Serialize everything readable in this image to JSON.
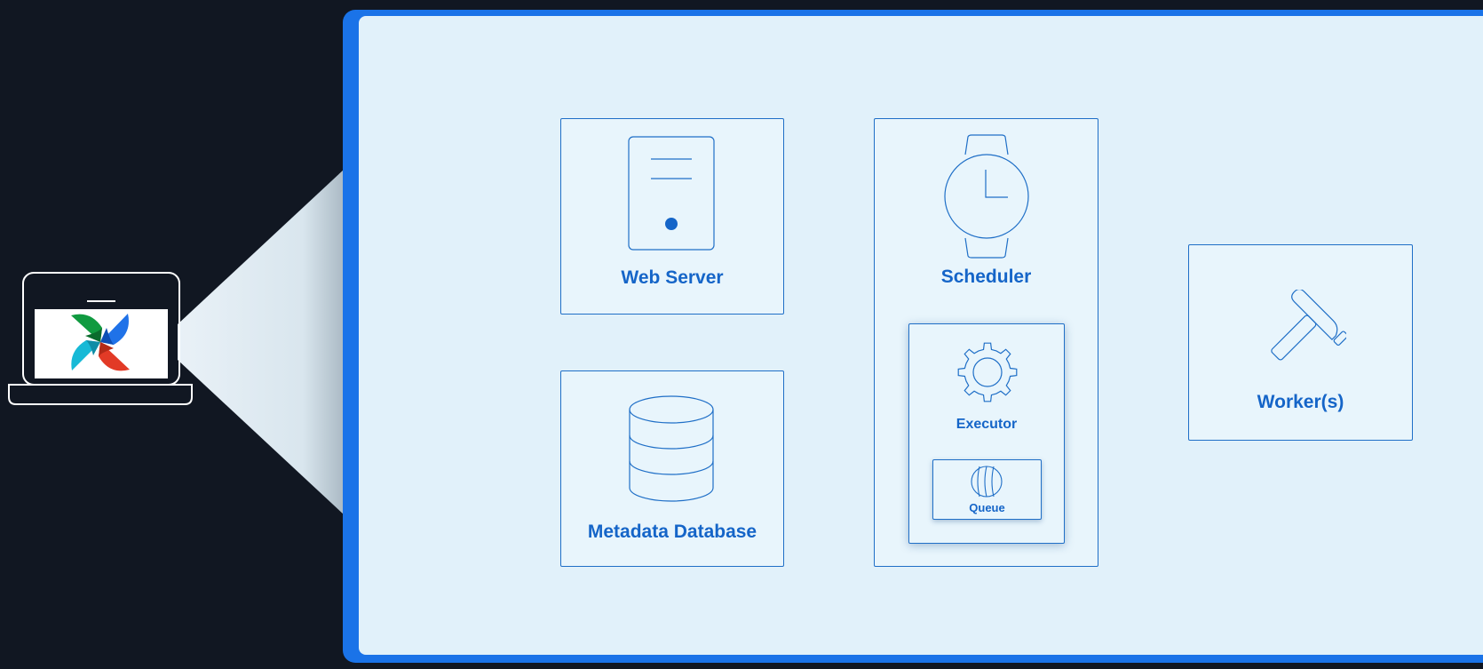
{
  "components": {
    "web_server": "Web Server",
    "metadata_db": "Metadata Database",
    "scheduler": "Scheduler",
    "executor": "Executor",
    "queue": "Queue",
    "workers": "Worker(s)"
  },
  "colors": {
    "background": "#111722",
    "panel_border": "#1a73e8",
    "panel_fill": "#e1f1fa",
    "card_fill": "#e8f5fc",
    "stroke": "#1f6fc7",
    "label": "#1565c8"
  },
  "icons": {
    "laptop": "laptop-icon",
    "logo": "pinwheel-logo-icon",
    "web_server": "server-icon",
    "metadata_db": "database-icon",
    "scheduler": "watch-icon",
    "executor": "gear-icon",
    "queue": "queue-icon",
    "workers": "hammer-icon"
  }
}
